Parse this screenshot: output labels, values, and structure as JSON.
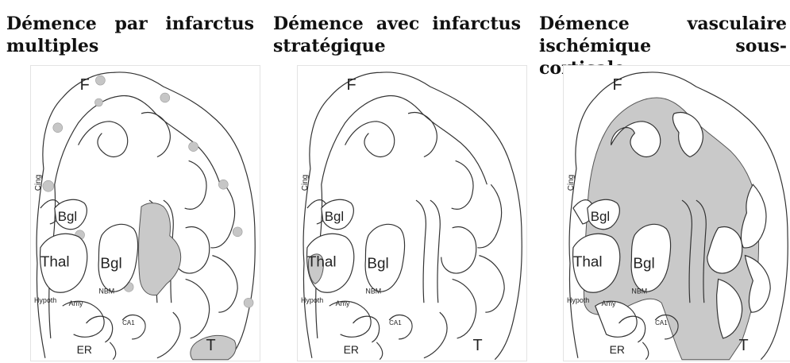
{
  "panels": [
    {
      "title": "Démence par infarctus multiples",
      "labels": {
        "F": "F",
        "cing": "Cing",
        "bgl_top": "Bgl",
        "thal": "Thal",
        "bgl": "Bgl",
        "nbm": "NBM",
        "hypoth": "Hypoth",
        "amy": "Amy",
        "ca1": "CA1",
        "er": "ER",
        "t": "T"
      }
    },
    {
      "title": "Démence avec infarctus stratégique",
      "labels": {
        "F": "F",
        "cing": "Cing",
        "bgl_top": "Bgl",
        "thal": "Thal",
        "bgl": "Bgl",
        "nbm": "NBM",
        "hypoth": "Hypoth",
        "amy": "Amy",
        "ca1": "CA1",
        "er": "ER",
        "t": "T"
      }
    },
    {
      "title": "Démence vasculaire ischémique sous-corticale",
      "labels": {
        "F": "F",
        "cing": "Cing",
        "bgl_top": "Bgl",
        "thal": "Thal",
        "bgl": "Bgl",
        "nbm": "NBM",
        "hypoth": "Hypoth",
        "amy": "Amy",
        "ca1": "CA1",
        "er": "ER",
        "t": "T"
      }
    }
  ],
  "colors": {
    "lesion": "#c9c9c9",
    "outline": "#333333"
  }
}
